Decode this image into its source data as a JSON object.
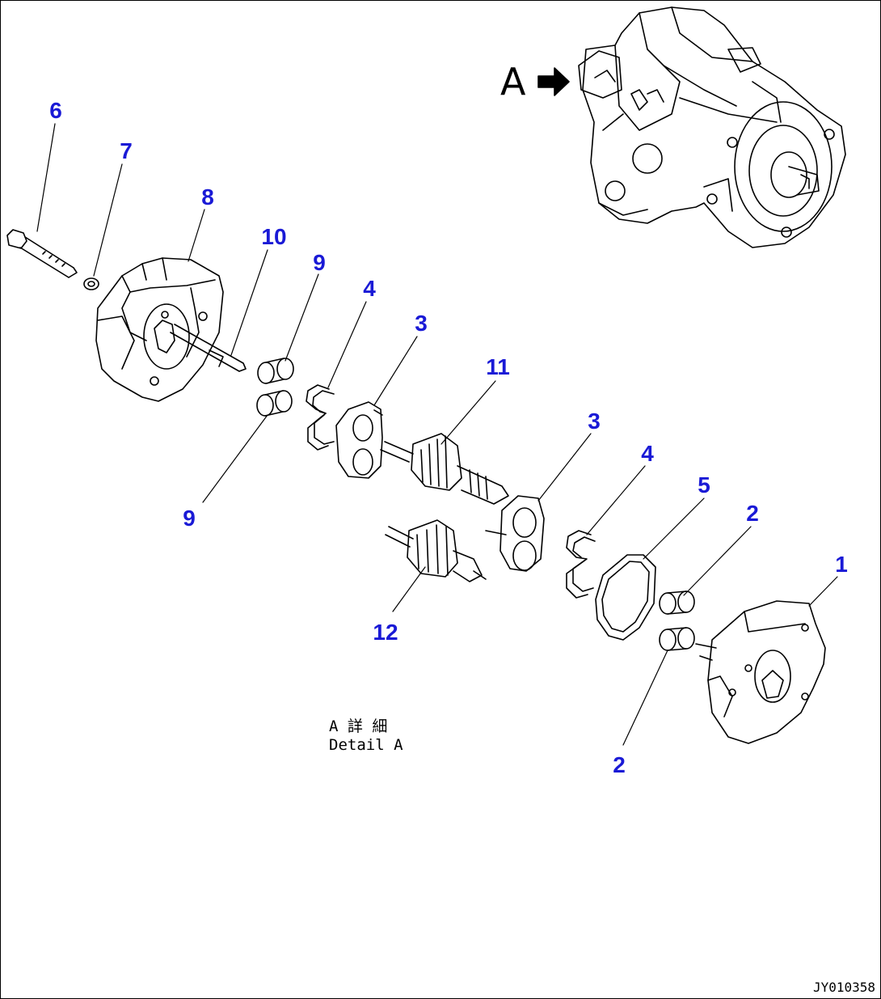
{
  "view": {
    "label": "A"
  },
  "detail": {
    "line1": "A 詳 細",
    "line2": "Detail A"
  },
  "document": {
    "code": "JY010358"
  },
  "callouts": [
    "6",
    "7",
    "8",
    "10",
    "9",
    "4",
    "3",
    "11",
    "9",
    "3",
    "4",
    "5",
    "2",
    "1",
    "12",
    "2"
  ],
  "colors": {
    "callout": "#1a1ad6",
    "line": "#000000"
  }
}
